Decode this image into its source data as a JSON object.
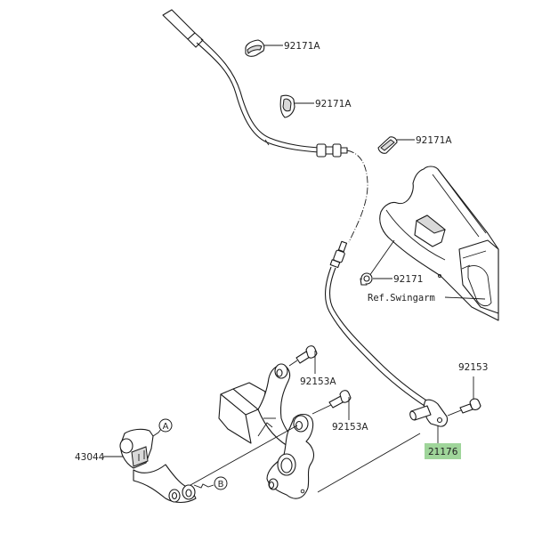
{
  "diagram": {
    "type": "exploded-parts-diagram",
    "labels": {
      "clip_top": "92171A",
      "clip_middle": "92171A",
      "clip_right": "92171A",
      "clamp_swingarm": "92171",
      "swingarm_ref": "Ref.Swingarm",
      "bolt_upper": "92153A",
      "bolt_lower": "92153A",
      "bolt_sensor": "92153",
      "sensor": "21176",
      "caliper": "43044"
    },
    "callouts": {
      "a": "A",
      "b": "B"
    },
    "highlight": {
      "part": "21176",
      "color": "#9fd59a"
    }
  }
}
